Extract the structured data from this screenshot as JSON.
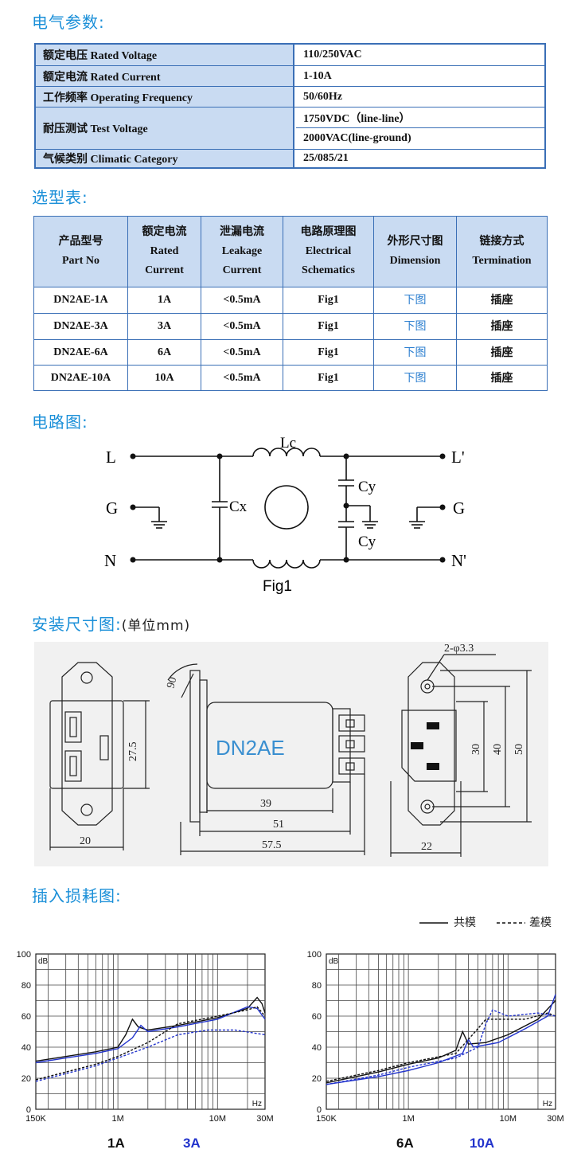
{
  "sections": {
    "electrical": "电气参数:",
    "selection": "选型表:",
    "circuit": "电路图:",
    "dimensions": "安装尺寸图:",
    "dimensions_unit": "(单位mm)",
    "insertion_loss": "插入损耗图:"
  },
  "electrical_params": [
    {
      "label": "额定电压 Rated Voltage",
      "value": "110/250VAC"
    },
    {
      "label": "额定电流 Rated Current",
      "value": "1-10A"
    },
    {
      "label": "工作频率 Operating Frequency",
      "value": "50/60Hz"
    },
    {
      "label": "耐压测试 Test Voltage",
      "value": "1750VDC（line-line）",
      "value2": "2000VAC(line-ground)"
    },
    {
      "label": "气候类别 Climatic Category",
      "value": "25/085/21"
    }
  ],
  "selection_table": {
    "headers": [
      "产品型号\nPart No",
      "额定电流\nRated\nCurrent",
      "泄漏电流\nLeakage\nCurrent",
      "电路原理图\nElectrical\nSchematics",
      "外形尺寸图\nDimension",
      "链接方式\nTermination"
    ],
    "rows": [
      [
        "DN2AE-1A",
        "1A",
        "<0.5mA",
        "Fig1",
        "下图",
        "插座"
      ],
      [
        "DN2AE-3A",
        "3A",
        "<0.5mA",
        "Fig1",
        "下图",
        "插座"
      ],
      [
        "DN2AE-6A",
        "6A",
        "<0.5mA",
        "Fig1",
        "下图",
        "插座"
      ],
      [
        "DN2AE-10A",
        "10A",
        "<0.5mA",
        "Fig1",
        "下图",
        "插座"
      ]
    ]
  },
  "circuit": {
    "labels": {
      "L": "L",
      "G": "G",
      "N": "N",
      "L_out": "L'",
      "G_out": "G",
      "N_out": "N'",
      "Lc": "Lc",
      "Cx": "Cx",
      "Cy_top": "Cy",
      "Cy_bottom": "Cy"
    },
    "caption": "Fig1"
  },
  "dimensions": {
    "product_label": "DN2AE",
    "values": {
      "angle": "90",
      "height_front": "27.5",
      "width_front": "20",
      "len_39": "39",
      "len_51": "51",
      "len_575": "57.5",
      "hole": "2-φ3.3",
      "h30": "30",
      "h40": "40",
      "h50": "50",
      "w22": "22"
    }
  },
  "legend": {
    "common": "共模",
    "differential": "差模"
  },
  "colors": {
    "accent": "#1a8fd8",
    "table_border": "#3a6fb6",
    "table_fill": "#c9dbf2",
    "curve_black": "#111111",
    "curve_blue": "#2233cc"
  },
  "chart_data": [
    {
      "type": "line",
      "x_scale": "log",
      "xlim": [
        150000,
        30000000
      ],
      "ylim": [
        0,
        100
      ],
      "x_ticks": [
        "150K",
        "1M",
        "10M",
        "30M"
      ],
      "y_ticks": [
        "0",
        "20",
        "40",
        "60",
        "80",
        "100"
      ],
      "ylabel": "dB",
      "xlabel": "Hz",
      "labels": [
        {
          "text": "1A",
          "color": "#111111"
        },
        {
          "text": "3A",
          "color": "#2233cc"
        }
      ],
      "series": [
        {
          "name": "1A",
          "mode": "共模",
          "color": "#111111",
          "dash": false,
          "points": [
            [
              150000,
              31
            ],
            [
              300000,
              34
            ],
            [
              600000,
              37
            ],
            [
              1000000,
              40
            ],
            [
              1200000,
              48
            ],
            [
              1400000,
              58
            ],
            [
              1600000,
              53
            ],
            [
              2000000,
              51
            ],
            [
              4000000,
              54
            ],
            [
              10000000,
              59
            ],
            [
              20000000,
              65
            ],
            [
              25000000,
              72
            ],
            [
              28000000,
              68
            ],
            [
              30000000,
              62
            ]
          ]
        },
        {
          "name": "3A",
          "mode": "共模",
          "color": "#2233cc",
          "dash": false,
          "points": [
            [
              150000,
              30
            ],
            [
              300000,
              33
            ],
            [
              600000,
              36
            ],
            [
              1000000,
              39
            ],
            [
              1400000,
              46
            ],
            [
              1700000,
              54
            ],
            [
              2000000,
              50
            ],
            [
              4000000,
              53
            ],
            [
              10000000,
              58
            ],
            [
              20000000,
              66
            ],
            [
              25000000,
              65
            ],
            [
              30000000,
              58
            ]
          ]
        },
        {
          "name": "1A",
          "mode": "差模",
          "color": "#111111",
          "dash": true,
          "points": [
            [
              150000,
              19
            ],
            [
              300000,
              24
            ],
            [
              600000,
              29
            ],
            [
              1000000,
              34
            ],
            [
              2000000,
              43
            ],
            [
              4000000,
              55
            ],
            [
              10000000,
              60
            ],
            [
              20000000,
              64
            ],
            [
              25000000,
              66
            ],
            [
              30000000,
              60
            ]
          ]
        },
        {
          "name": "3A",
          "mode": "差模",
          "color": "#2233cc",
          "dash": true,
          "points": [
            [
              150000,
              18
            ],
            [
              300000,
              23
            ],
            [
              600000,
              28
            ],
            [
              1000000,
              33
            ],
            [
              2000000,
              40
            ],
            [
              4000000,
              48
            ],
            [
              8000000,
              51
            ],
            [
              15000000,
              51
            ],
            [
              30000000,
              48
            ]
          ]
        }
      ]
    },
    {
      "type": "line",
      "x_scale": "log",
      "xlim": [
        150000,
        30000000
      ],
      "ylim": [
        0,
        100
      ],
      "x_ticks": [
        "150K",
        "1M",
        "10M",
        "30M"
      ],
      "y_ticks": [
        "0",
        "20",
        "40",
        "60",
        "80",
        "100"
      ],
      "ylabel": "dB",
      "xlabel": "Hz",
      "labels": [
        {
          "text": "6A",
          "color": "#111111"
        },
        {
          "text": "10A",
          "color": "#2233cc"
        }
      ],
      "series": [
        {
          "name": "6A",
          "mode": "共模",
          "color": "#111111",
          "dash": false,
          "points": [
            [
              150000,
              17
            ],
            [
              500000,
              24
            ],
            [
              1000000,
              29
            ],
            [
              2000000,
              33
            ],
            [
              3000000,
              38
            ],
            [
              3500000,
              50
            ],
            [
              4000000,
              42
            ],
            [
              6000000,
              43
            ],
            [
              10000000,
              48
            ],
            [
              20000000,
              58
            ],
            [
              30000000,
              70
            ]
          ]
        },
        {
          "name": "10A",
          "mode": "共模",
          "color": "#2233cc",
          "dash": false,
          "points": [
            [
              150000,
              16
            ],
            [
              500000,
              21
            ],
            [
              1000000,
              25
            ],
            [
              2000000,
              30
            ],
            [
              3500000,
              36
            ],
            [
              4000000,
              45
            ],
            [
              4500000,
              40
            ],
            [
              8000000,
              43
            ],
            [
              15000000,
              52
            ],
            [
              25000000,
              60
            ],
            [
              30000000,
              74
            ]
          ]
        },
        {
          "name": "6A",
          "mode": "差模",
          "color": "#111111",
          "dash": true,
          "points": [
            [
              150000,
              18
            ],
            [
              500000,
              25
            ],
            [
              1000000,
              30
            ],
            [
              3000000,
              36
            ],
            [
              5000000,
              52
            ],
            [
              6000000,
              58
            ],
            [
              9000000,
              58
            ],
            [
              15000000,
              58
            ],
            [
              25000000,
              62
            ],
            [
              30000000,
              60
            ]
          ]
        },
        {
          "name": "10A",
          "mode": "差模",
          "color": "#2233cc",
          "dash": true,
          "points": [
            [
              150000,
              16
            ],
            [
              500000,
              22
            ],
            [
              1000000,
              27
            ],
            [
              3000000,
              33
            ],
            [
              5000000,
              40
            ],
            [
              6000000,
              55
            ],
            [
              7000000,
              64
            ],
            [
              10000000,
              60
            ],
            [
              20000000,
              62
            ],
            [
              30000000,
              60
            ]
          ]
        }
      ]
    }
  ]
}
